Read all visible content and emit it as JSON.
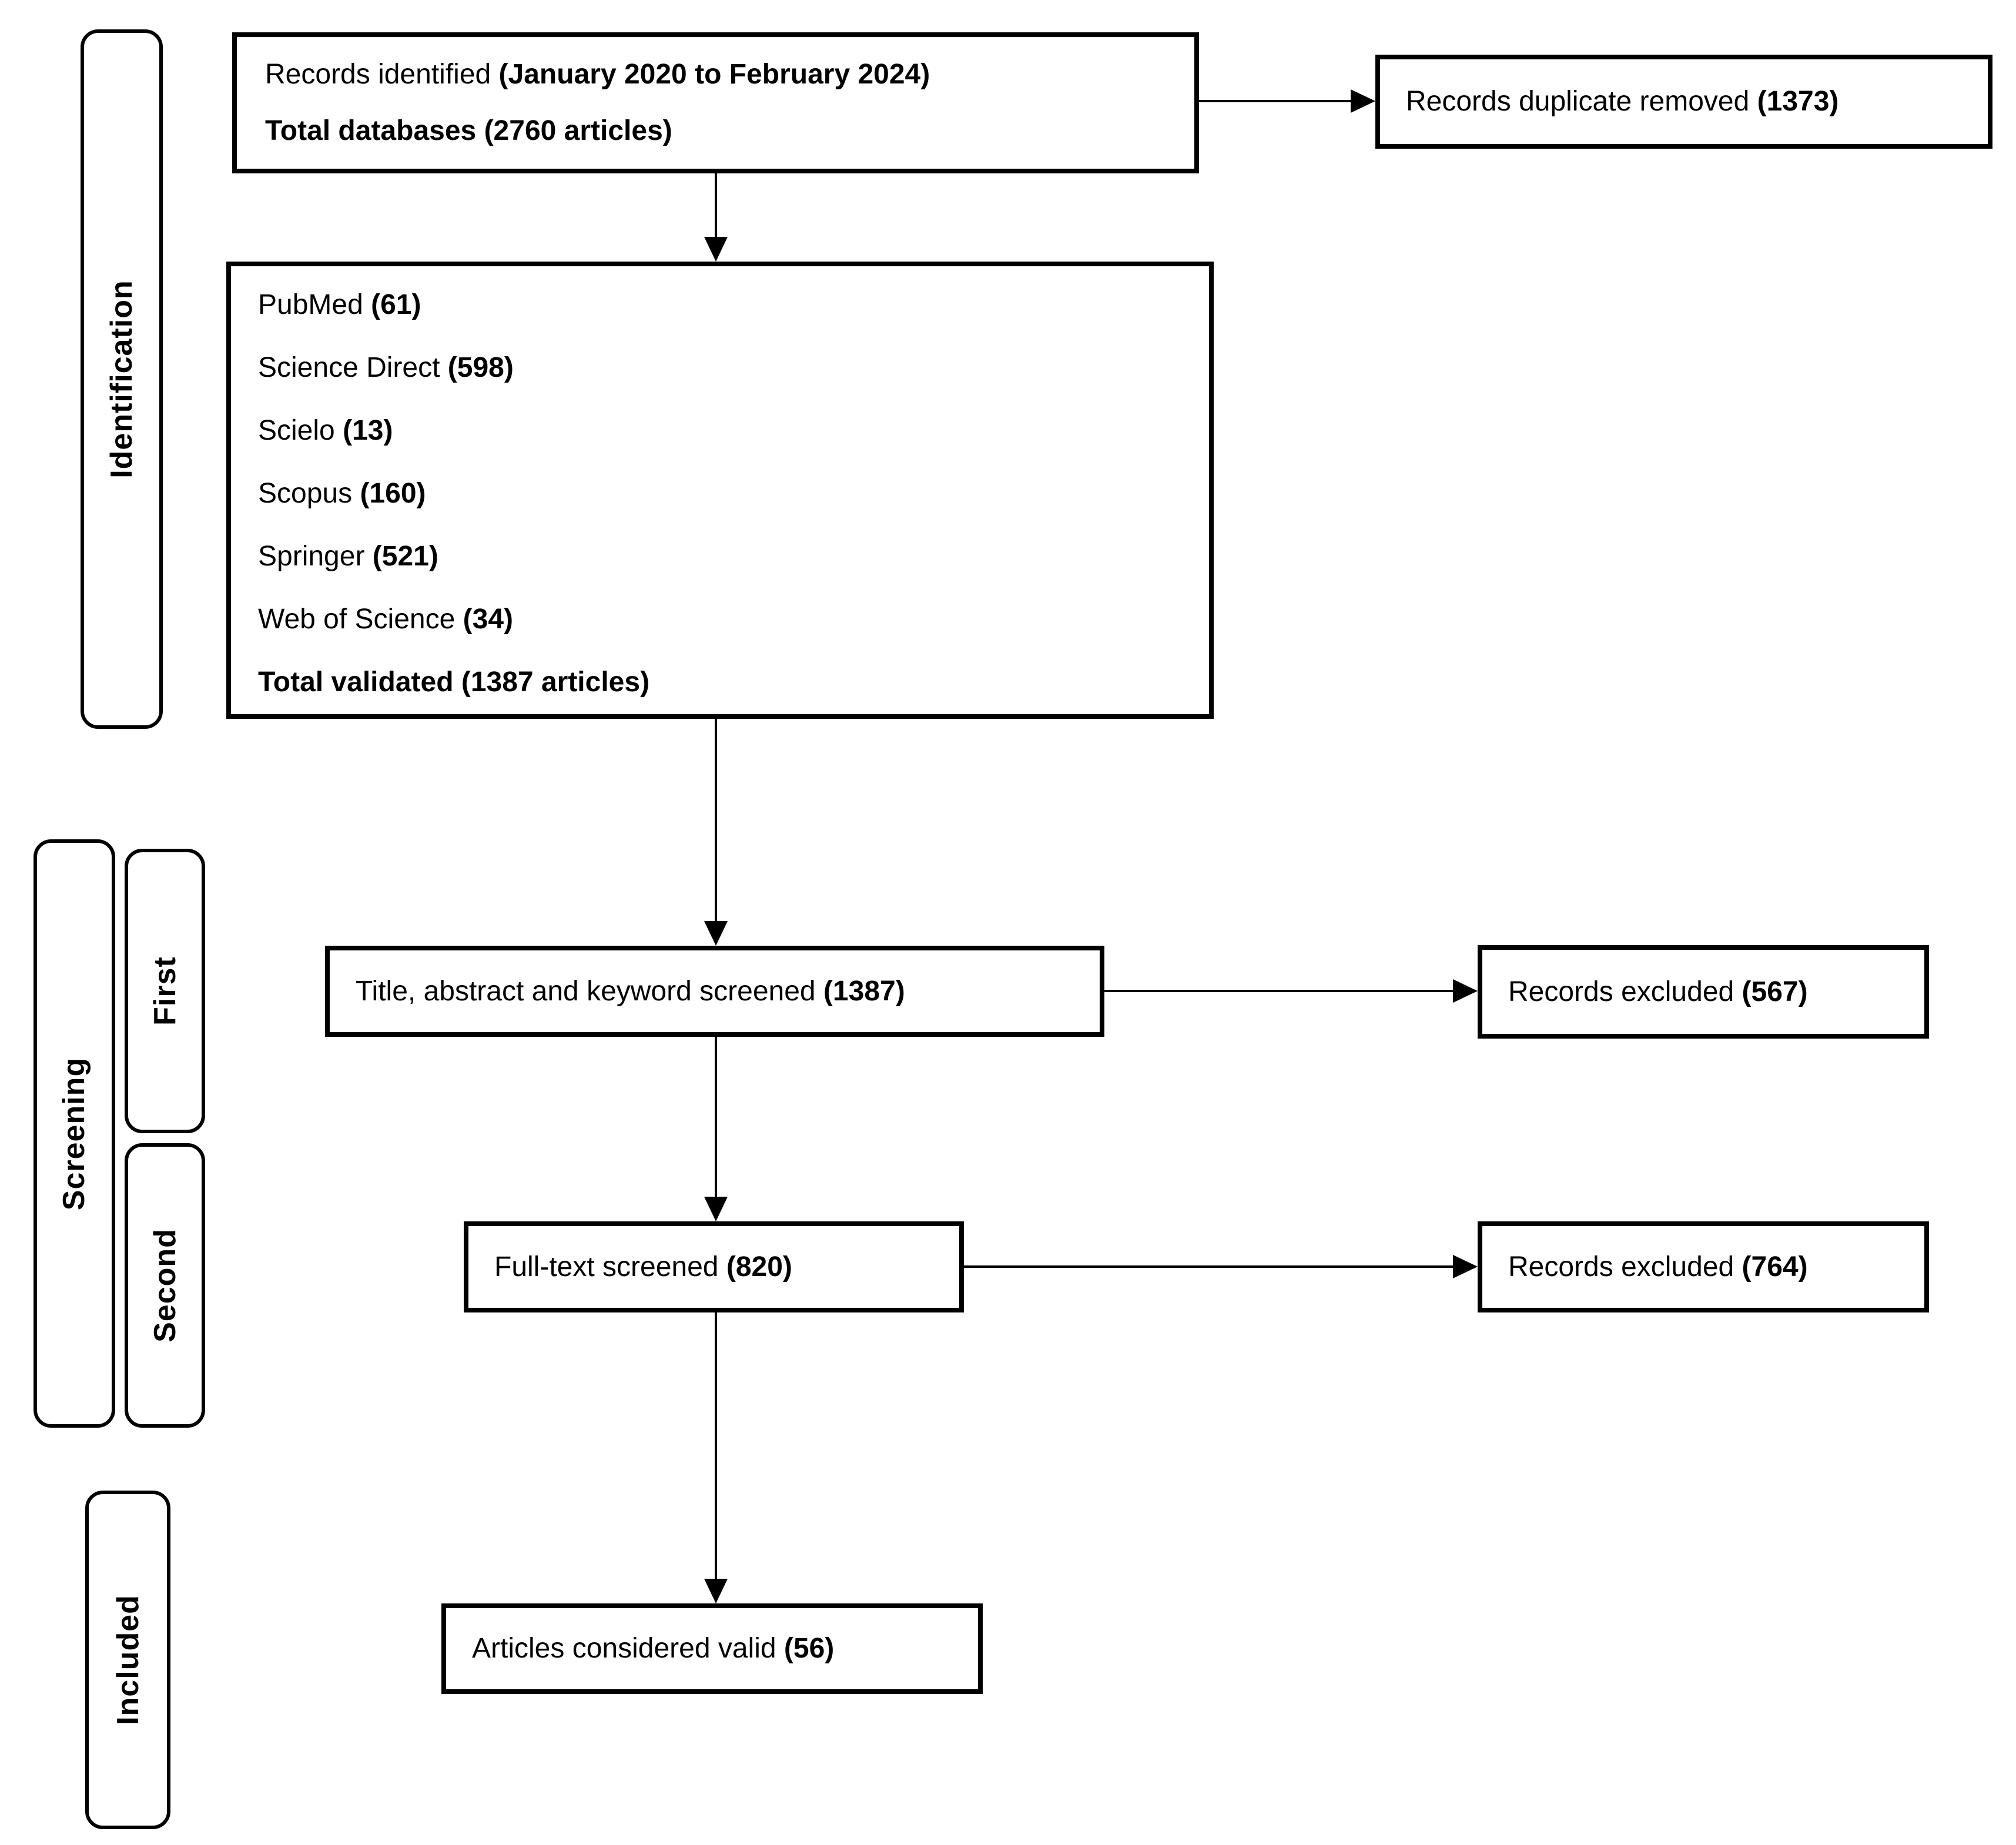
{
  "colors": {
    "ink": "#000000",
    "background": "#ffffff"
  },
  "stages": {
    "identification": "Identification",
    "screening": "Screening",
    "screening_first": "First",
    "screening_second": "Second",
    "included": "Included"
  },
  "boxes": {
    "records_identified": {
      "line1_text": "Records identified ",
      "line1_bold": "(January 2020 to February 2024)",
      "line2_bold": "Total databases (2760 articles)"
    },
    "duplicates_removed": {
      "text": "Records duplicate removed ",
      "count_bold": "(1373)"
    },
    "databases": {
      "items": [
        {
          "name": "PubMed ",
          "count": "(61)"
        },
        {
          "name": "Science Direct ",
          "count": "(598)"
        },
        {
          "name": "Scielo ",
          "count": "(13)"
        },
        {
          "name": "Scopus ",
          "count": "(160)"
        },
        {
          "name": "Springer ",
          "count": "(521)"
        },
        {
          "name": "Web of Science ",
          "count": "(34)"
        }
      ],
      "total_bold": "Total validated (1387 articles)"
    },
    "title_screened": {
      "text": "Title, abstract and keyword screened ",
      "count_bold": "(1387)"
    },
    "records_excluded_first": {
      "text": "Records excluded ",
      "count_bold": "(567)"
    },
    "fulltext_screened": {
      "text": "Full-text screened ",
      "count_bold": "(820)"
    },
    "records_excluded_second": {
      "text": "Records excluded ",
      "count_bold": "(764)"
    },
    "articles_valid": {
      "text": "Articles considered valid ",
      "count_bold": "(56)"
    }
  }
}
